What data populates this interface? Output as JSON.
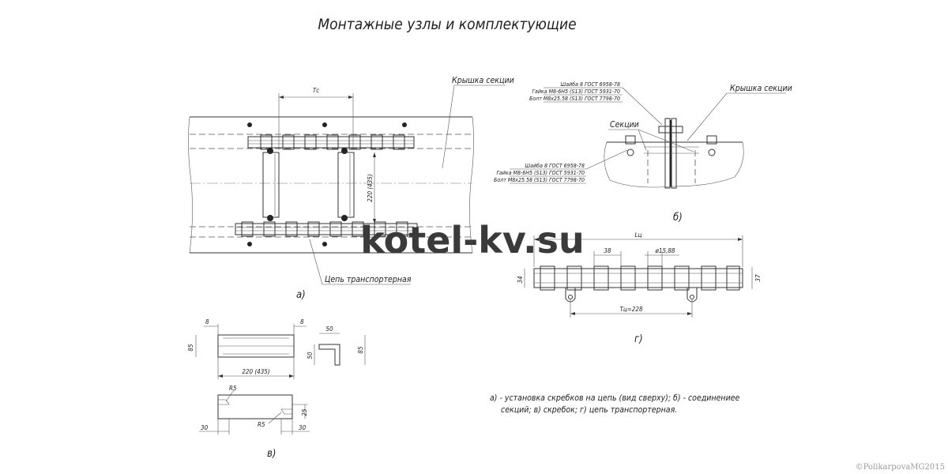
{
  "title": "Монтажные узлы и комплектующие",
  "view_a": {
    "label_cover": "Крышка секции",
    "label_chain": "Цепь транспортерная",
    "dim_tc": "Тс",
    "dim_height": "220 (435)",
    "caption": "а)"
  },
  "view_b": {
    "label_cover": "Крышка секции",
    "label_sections": "Секции",
    "spec_top": [
      "Шайба 8 ГОСТ 6958-78",
      "Гайка М8-6Н5 (S13) ГОСТ 5931-70",
      "Болт М8х25.58 (S13) ГОСТ 7798-70"
    ],
    "spec_bottom": [
      "Шайба 8 ГОСТ 6958-78",
      "Гайка М8-6Н5 (S13) ГОСТ 5931-70",
      "Болт М8х25.58 (S13) ГОСТ 7798-70"
    ],
    "caption": "б)"
  },
  "view_c": {
    "dim_left": "8",
    "dim_right": "8",
    "dim_width": "220 (435)",
    "dim_h85": "85",
    "dim_50_top": "50",
    "dim_50_side": "50",
    "dim_85_side": "85",
    "dim_r1": "R5",
    "dim_r2": "R5",
    "dim_30_left": "30",
    "dim_30_right": "30",
    "dim_25": "25",
    "caption": "в)"
  },
  "view_d": {
    "dim_lc": "Lц",
    "dim_38": "38",
    "dim_dia": "ø15,88",
    "dim_34": "34",
    "dim_37": "37",
    "dim_tc228": "Тц=228",
    "caption": "г)"
  },
  "legend": {
    "line1": "а) - установка скребков на цепь (вид сверху); б) - соединениее",
    "line2": "секций; в) скребок; г) цепь транспортерная."
  },
  "watermark": "kotel-kv.su",
  "copyright": "©PolikarpovaMG2015"
}
